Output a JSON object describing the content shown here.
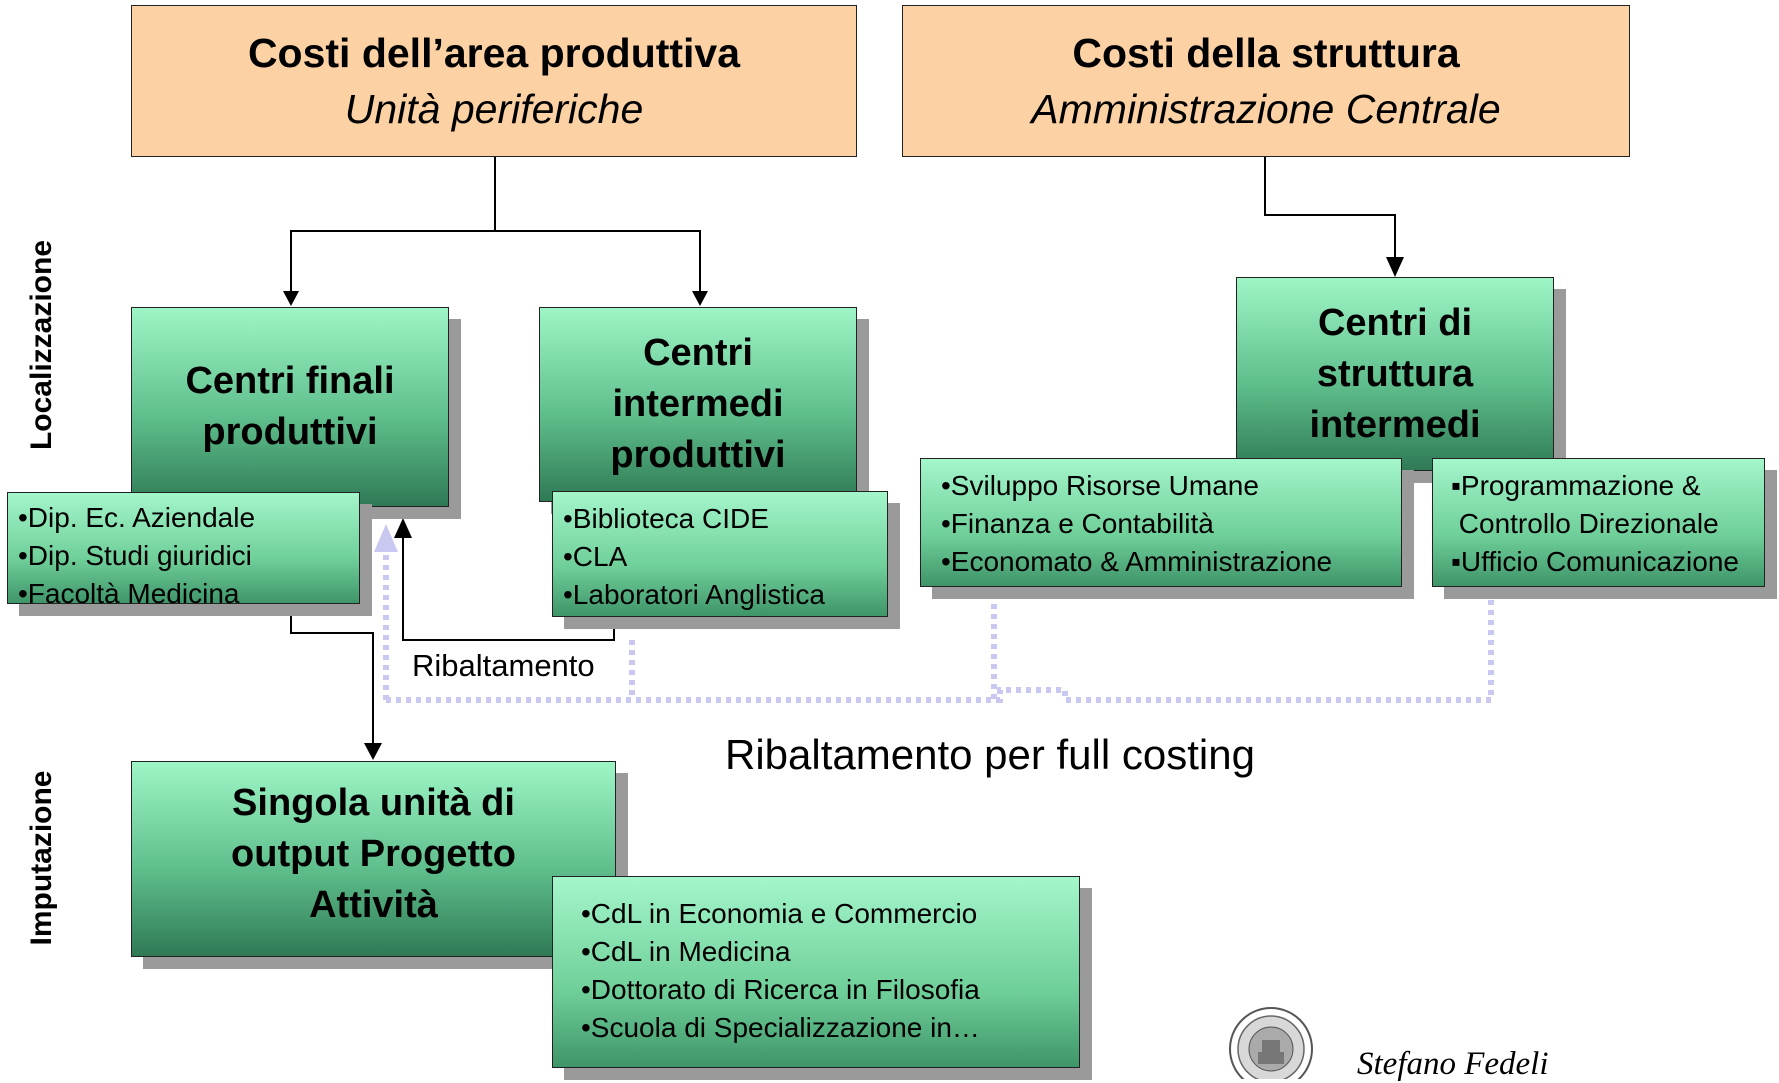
{
  "side_labels": {
    "top": "Localizzazione",
    "bottom": "Imputazione"
  },
  "area_produttiva": {
    "title": "Costi dell’area produttiva",
    "subtitle": "Unità periferiche"
  },
  "struttura": {
    "title": "Costi della struttura",
    "subtitle": "Amministrazione Centrale"
  },
  "centri_finali": {
    "title": "Centri finali produttivi",
    "items": [
      "•Dip. Ec. Aziendale",
      "•Dip. Studi giuridici",
      "•Facoltà Medicina"
    ]
  },
  "centri_intermedi": {
    "title": "Centri intermedi produttivi",
    "items": [
      "•Biblioteca CIDE",
      "•CLA",
      "•Laboratori Anglistica"
    ]
  },
  "centri_struttura": {
    "title": "Centri di struttura intermedi",
    "items_left": [
      "•Sviluppo Risorse Umane",
      "•Finanza e Contabilità",
      "•Economato & Amministrazione"
    ],
    "items_right": [
      "▪Programmazione &",
      " Controllo Direzionale",
      "▪Ufficio Comunicazione"
    ]
  },
  "singola_unita": {
    "title": "Singola unità di output Progetto Attività",
    "items": [
      "•CdL in Economia e Commercio",
      "•CdL in Medicina",
      "•Dottorato di Ricerca in Filosofia",
      "•Scuola di Specializzazione in…"
    ]
  },
  "labels": {
    "ribaltamento": "Ribaltamento",
    "ribaltamento_full": "Ribaltamento per full costing"
  },
  "footer": {
    "author": "Stefano Fedeli"
  },
  "colors": {
    "orange": "#fcd2a4",
    "green_top": "#9ef5c6",
    "green_bottom": "#2f7a55",
    "dotted": "#c8c8f0"
  }
}
